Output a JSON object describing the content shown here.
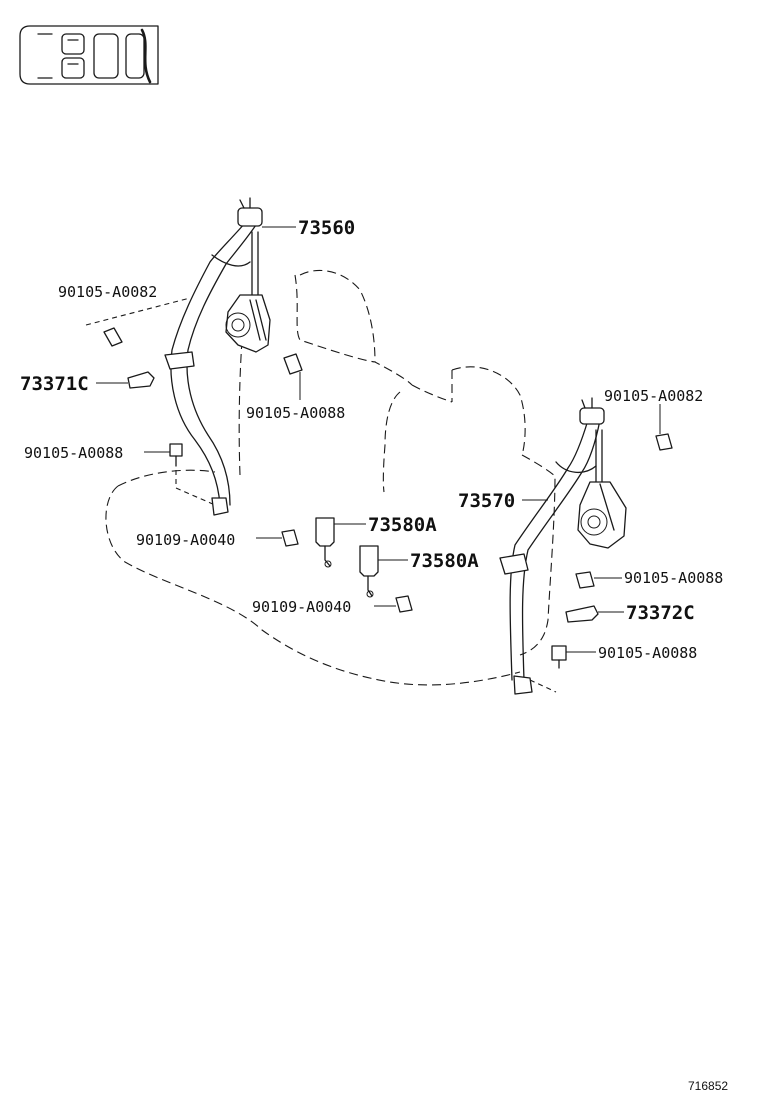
{
  "diagram": {
    "figure_number": "716852",
    "callouts": [
      {
        "id": "c-73560",
        "text": "73560"
      },
      {
        "id": "c-90105-a0082-left",
        "text": "90105-A0082"
      },
      {
        "id": "c-73371c",
        "text": "73371C"
      },
      {
        "id": "c-90105-a0088-center",
        "text": "90105-A0088"
      },
      {
        "id": "c-90105-a0088-left",
        "text": "90105-A0088"
      },
      {
        "id": "c-90109-a0040-upper",
        "text": "90109-A0040"
      },
      {
        "id": "c-73580a-upper",
        "text": "73580A"
      },
      {
        "id": "c-73580a-lower",
        "text": "73580A"
      },
      {
        "id": "c-90109-a0040-lower",
        "text": "90109-A0040"
      },
      {
        "id": "c-90105-a0082-right",
        "text": "90105-A0082"
      },
      {
        "id": "c-73570",
        "text": "73570"
      },
      {
        "id": "c-90105-a0088-right-upper",
        "text": "90105-A0088"
      },
      {
        "id": "c-73372c",
        "text": "73372C"
      },
      {
        "id": "c-90105-a0088-right-lower",
        "text": "90105-A0088"
      }
    ]
  }
}
